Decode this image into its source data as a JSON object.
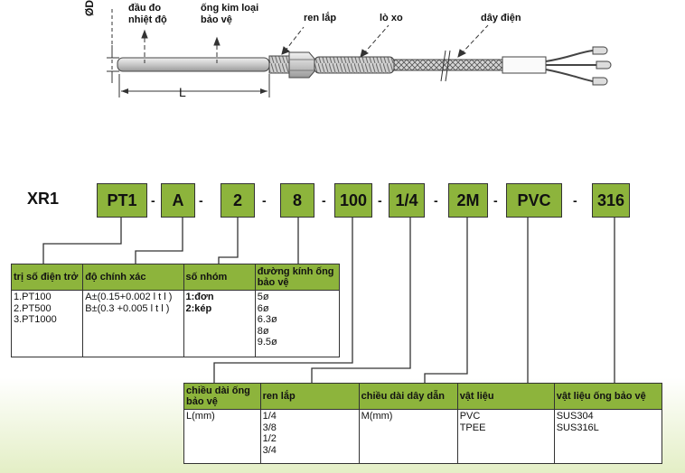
{
  "drawing": {
    "diameter_label": "ØD",
    "length_label": "L",
    "callouts": {
      "probe_tip": "đầu đo\nnhiệt độ",
      "metal_tube": "ống kim loại\nbảo vệ",
      "thread": "ren lắp",
      "spring": "lò xo",
      "wire": "dây điện"
    }
  },
  "code": {
    "prefix": "XR1",
    "segments": [
      "PT1",
      "A",
      "2",
      "8",
      "100",
      "1/4",
      "2M",
      "PVC",
      "316"
    ],
    "separator": "-"
  },
  "table_top": {
    "headers": [
      "trị số điện trở",
      "độ chính xác",
      "số nhóm",
      "đường kính ống\nbảo vệ"
    ],
    "col1": [
      "1.PT100",
      "2.PT500",
      "3.PT1000"
    ],
    "col2": [
      "A±(0.15+0.002 l t l )",
      "B±(0.3 +0.005 l t l )"
    ],
    "col3": [
      "1:đơn",
      "2:kép"
    ],
    "col4": [
      "5ø",
      "6ø",
      "6.3ø",
      "8ø",
      "9.5ø"
    ]
  },
  "table_bottom": {
    "headers": [
      "chiều dài ống\nbảo vệ",
      "ren lắp",
      "chiều dài dây dẫn",
      "vật liệu",
      "vật liệu ống bảo vệ"
    ],
    "col1": [
      "L(mm)"
    ],
    "col2": [
      "1/4",
      "3/8",
      "1/2",
      "3/4"
    ],
    "col3": [
      "M(mm)"
    ],
    "col4": [
      "PVC",
      "TPEE"
    ],
    "col5": [
      "SUS304",
      "SUS316L"
    ]
  },
  "colors": {
    "accent_green": "#8db43c",
    "line": "#333333"
  }
}
